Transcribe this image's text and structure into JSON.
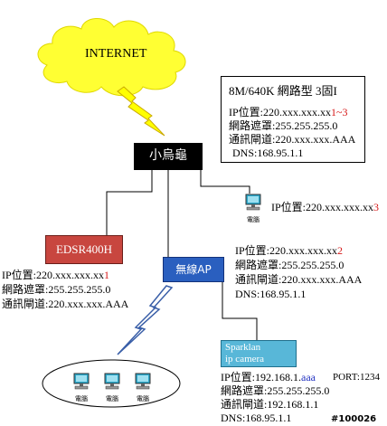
{
  "internet": {
    "label": "INTERNET"
  },
  "info_box": {
    "title": "8M/640K 網路型 3固I",
    "ip_prefix": "IP位置:220.xxx.xxx.xx",
    "ip_suffix": "1~3",
    "mask": "網路遮罩:255.255.255.0",
    "gateway": "通訊閘道:220.xxx.xxx.AAA",
    "dns": "DNS:168.95.1.1"
  },
  "router": {
    "label": "小烏龜"
  },
  "edsr": {
    "label": "EDSR400H",
    "ip_prefix": "IP位置:220.xxx.xxx.xx",
    "ip_suffix": "1",
    "mask": "網路遮罩:255.255.255.0",
    "gateway": "通訊閘道:220.xxx.xxx.AAA"
  },
  "pc3": {
    "icon_label": "電腦",
    "ip_prefix": "IP位置:220.xxx.xxx.xx",
    "ip_suffix": "3"
  },
  "ap": {
    "label": "無線AP",
    "ip_prefix": "IP位置:220.xxx.xxx.xx",
    "ip_suffix": "2",
    "mask": "網路遮罩:255.255.255.0",
    "gateway": "通訊閘道:220.xxx.xxx.AAA",
    "dns": "DNS:168.95.1.1"
  },
  "camera": {
    "label_line1": "Sparklan",
    "label_line2": "ip camera",
    "ip_prefix": "IP位置:192.168.1.",
    "ip_suffix": "aaa",
    "port": "PORT:1234",
    "mask": "網路遮罩:255.255.255.0",
    "gateway": "通訊閘道:192.168.1.1",
    "dns": "DNS:168.95.1.1"
  },
  "wireless_pcs": [
    {
      "label": "電腦"
    },
    {
      "label": "電腦"
    },
    {
      "label": "電腦"
    }
  ],
  "watermark": "#100026",
  "colors": {
    "cloud": "#ffff33",
    "lightning": "#ffff00",
    "router": "#000000",
    "edsr": "#c8463f",
    "ap": "#2a5fbf",
    "camera": "#58b7d8",
    "highlight_red": "#d61a1a",
    "highlight_blue": "#2030c0"
  }
}
